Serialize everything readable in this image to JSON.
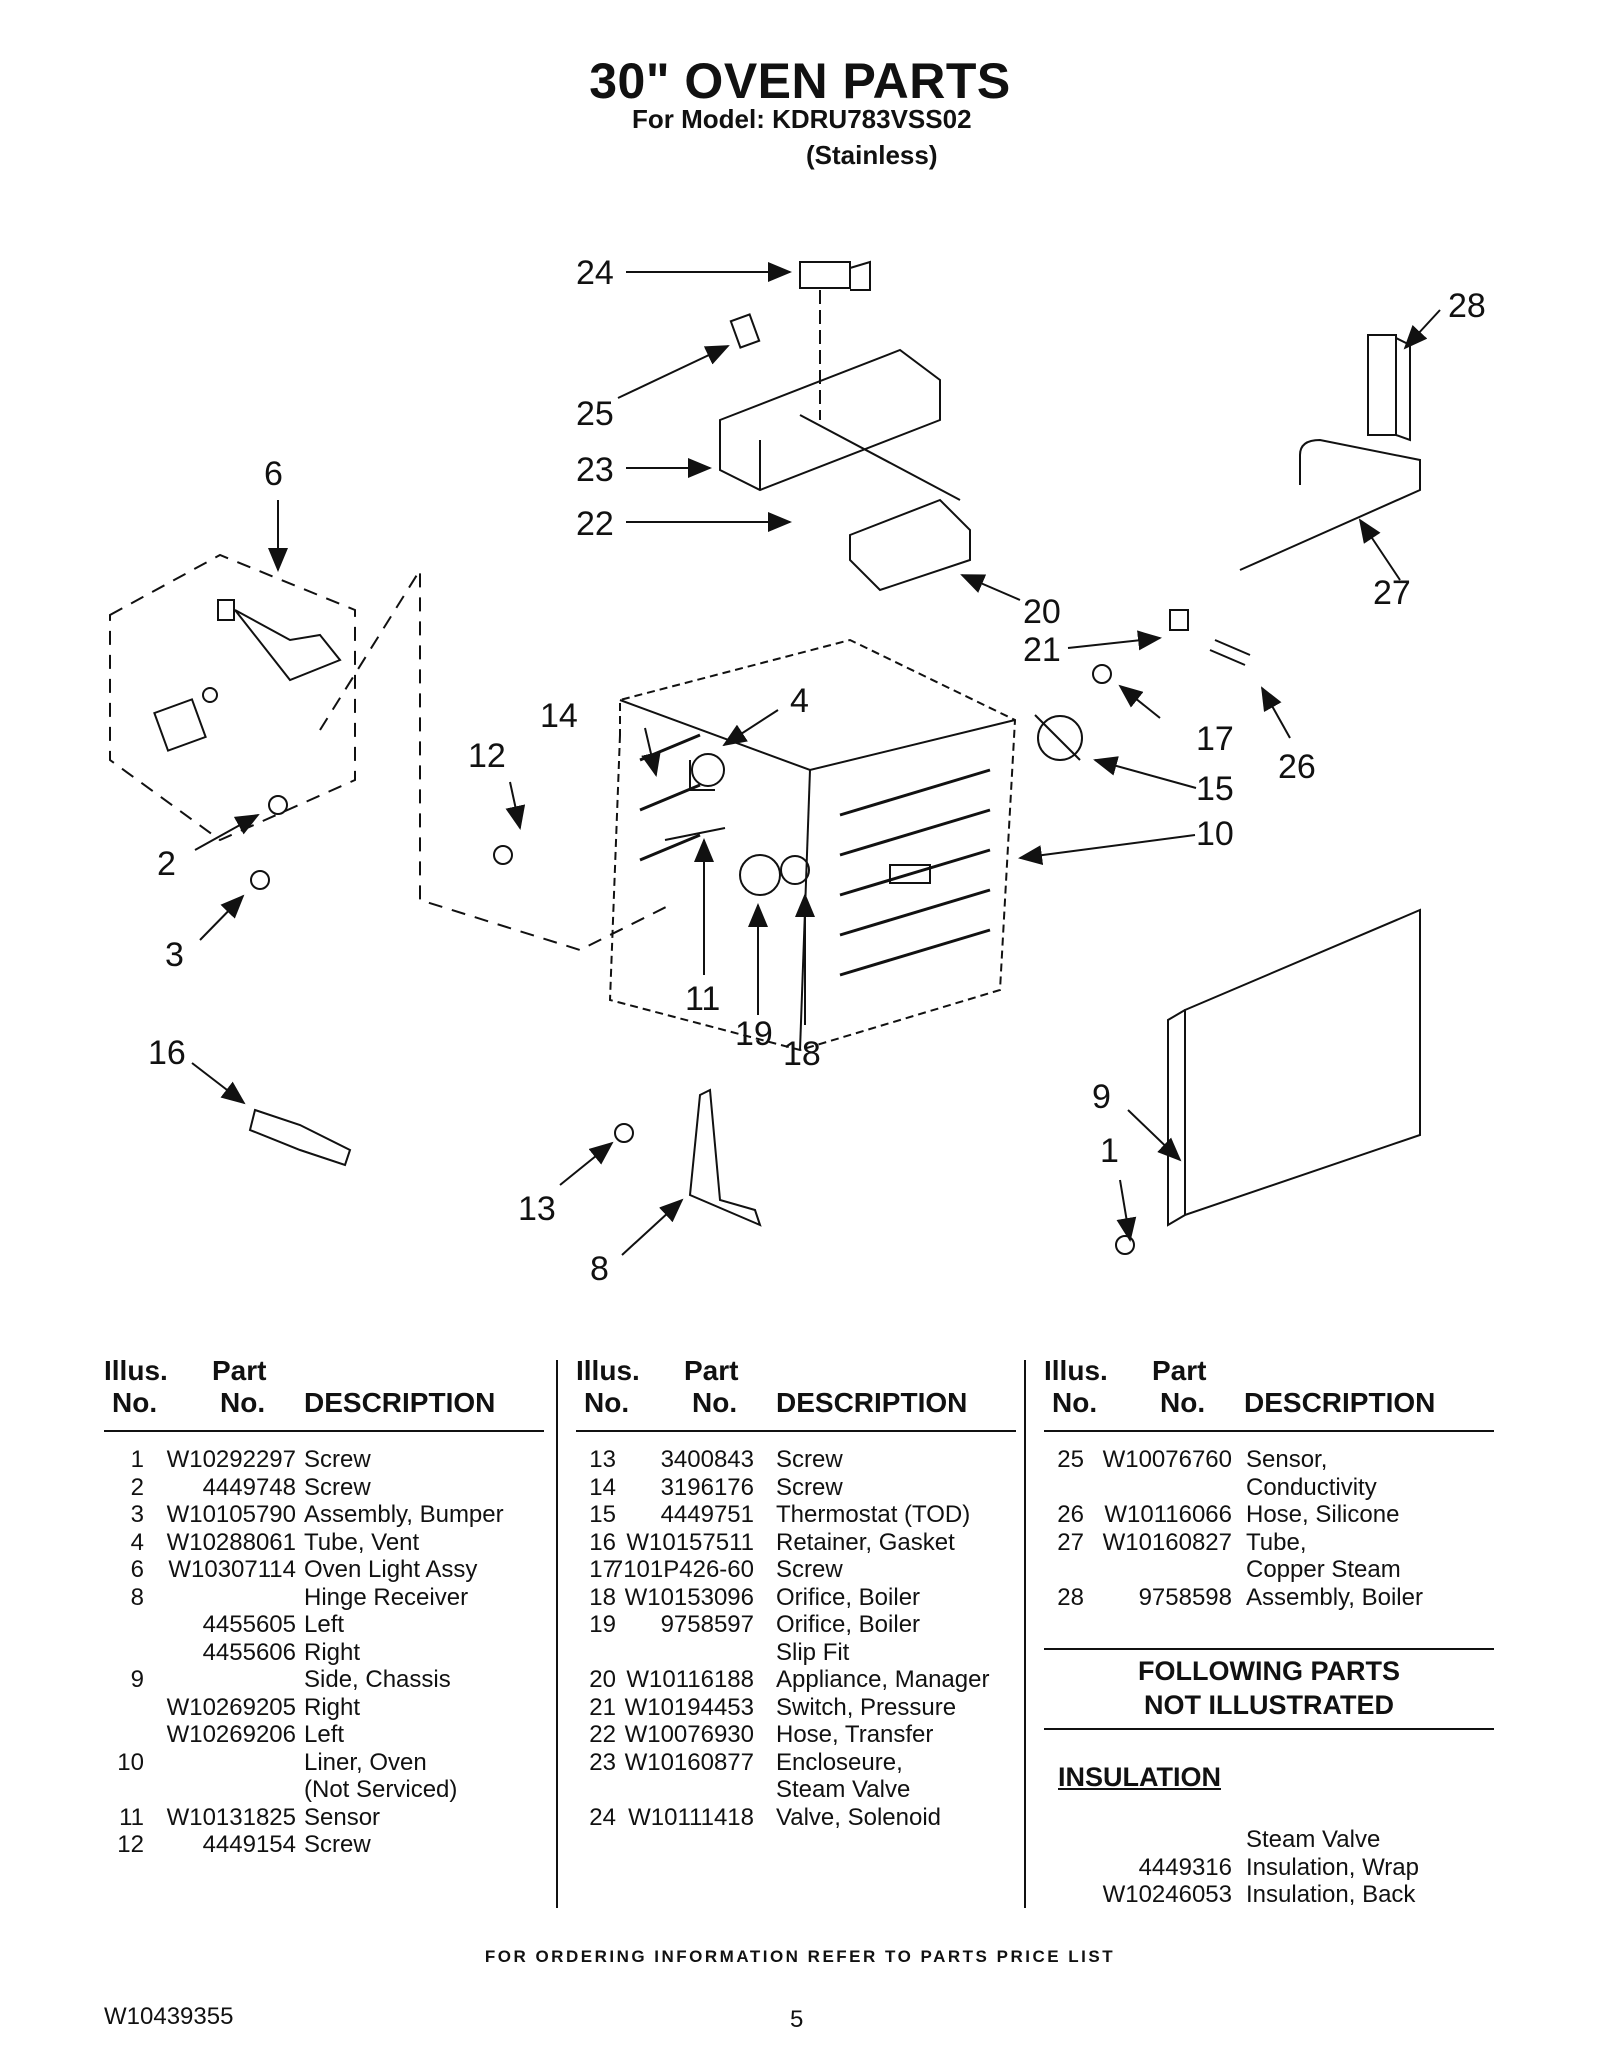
{
  "header": {
    "title": "30\" OVEN PARTS",
    "model_line": "For Model: KDRU783VSS02",
    "finish_line": "(Stainless)"
  },
  "diagram": {
    "callouts": [
      "24",
      "25",
      "23",
      "22",
      "28",
      "27",
      "6",
      "20",
      "21",
      "17",
      "26",
      "14",
      "4",
      "12",
      "15",
      "10",
      "2",
      "3",
      "11",
      "19",
      "18",
      "16",
      "9",
      "1",
      "13",
      "8"
    ]
  },
  "table": {
    "header": {
      "illus_line1": "Illus.",
      "illus_line2": "No.",
      "part_line1": "Part",
      "part_line2": "No.",
      "description": "DESCRIPTION"
    },
    "columns": [
      [
        {
          "n": "1",
          "p": "W10292297",
          "d": "Screw"
        },
        {
          "n": "2",
          "p": "4449748",
          "d": "Screw"
        },
        {
          "n": "3",
          "p": "W10105790",
          "d": "Assembly, Bumper"
        },
        {
          "n": "4",
          "p": "W10288061",
          "d": "Tube, Vent"
        },
        {
          "n": "6",
          "p": "W10307114",
          "d": "Oven Light Assy"
        },
        {
          "n": "8",
          "p": "",
          "d": "Hinge Receiver"
        },
        {
          "n": "",
          "p": "4455605",
          "d": "Left"
        },
        {
          "n": "",
          "p": "4455606",
          "d": "Right"
        },
        {
          "n": "9",
          "p": "",
          "d": "Side, Chassis"
        },
        {
          "n": "",
          "p": "W10269205",
          "d": "Right"
        },
        {
          "n": "",
          "p": "W10269206",
          "d": "Left"
        },
        {
          "n": "10",
          "p": "",
          "d": "Liner, Oven"
        },
        {
          "n": "",
          "p": "",
          "d": "(Not Serviced)"
        },
        {
          "n": "11",
          "p": "W10131825",
          "d": "Sensor"
        },
        {
          "n": "12",
          "p": "4449154",
          "d": "Screw"
        }
      ],
      [
        {
          "n": "13",
          "p": "3400843",
          "d": "Screw"
        },
        {
          "n": "14",
          "p": "3196176",
          "d": "Screw"
        },
        {
          "n": "15",
          "p": "4449751",
          "d": "Thermostat (TOD)"
        },
        {
          "n": "16",
          "p": "W10157511",
          "d": "Retainer, Gasket"
        },
        {
          "n": "17",
          "p": "7101P426-60",
          "d": "Screw"
        },
        {
          "n": "18",
          "p": "W10153096",
          "d": "Orifice, Boiler"
        },
        {
          "n": "19",
          "p": "9758597",
          "d": "Orifice, Boiler"
        },
        {
          "n": "",
          "p": "",
          "d": "Slip Fit"
        },
        {
          "n": "20",
          "p": "W10116188",
          "d": "Appliance, Manager"
        },
        {
          "n": "21",
          "p": "W10194453",
          "d": "Switch, Pressure"
        },
        {
          "n": "22",
          "p": "W10076930",
          "d": "Hose, Transfer"
        },
        {
          "n": "23",
          "p": "W10160877",
          "d": "Encloseure,"
        },
        {
          "n": "",
          "p": "",
          "d": "Steam Valve"
        },
        {
          "n": "24",
          "p": "W10111418",
          "d": "Valve, Solenoid"
        }
      ],
      [
        {
          "n": "25",
          "p": "W10076760",
          "d": "Sensor,"
        },
        {
          "n": "",
          "p": "",
          "d": "Conductivity"
        },
        {
          "n": "26",
          "p": "W10116066",
          "d": "Hose, Silicone"
        },
        {
          "n": "27",
          "p": "W10160827",
          "d": "Tube,"
        },
        {
          "n": "",
          "p": "",
          "d": "Copper Steam"
        },
        {
          "n": "28",
          "p": "9758598",
          "d": "Assembly, Boiler"
        }
      ]
    ],
    "not_illustrated_line1": "FOLLOWING PARTS",
    "not_illustrated_line2": "NOT ILLUSTRATED",
    "insulation_heading": "INSULATION",
    "insulation_rows": [
      {
        "p": "",
        "d": "Steam Valve"
      },
      {
        "p": "4449316",
        "d": "Insulation, Wrap"
      },
      {
        "p": "W10246053",
        "d": "Insulation, Back"
      }
    ]
  },
  "footer": {
    "ordering_note": "FOR ORDERING INFORMATION REFER TO PARTS PRICE LIST",
    "doc_number": "W10439355",
    "page_number": "5"
  }
}
